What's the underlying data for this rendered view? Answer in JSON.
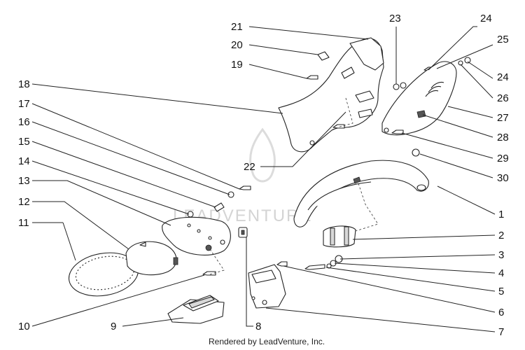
{
  "diagram": {
    "watermark": "LEADVENTURE",
    "credit": "Rendered by LeadVenture, Inc.",
    "callouts": [
      {
        "id": "c1",
        "label": "1"
      },
      {
        "id": "c2",
        "label": "2"
      },
      {
        "id": "c3",
        "label": "3"
      },
      {
        "id": "c4",
        "label": "4"
      },
      {
        "id": "c5",
        "label": "5"
      },
      {
        "id": "c6",
        "label": "6"
      },
      {
        "id": "c7",
        "label": "7"
      },
      {
        "id": "c8",
        "label": "8"
      },
      {
        "id": "c9",
        "label": "9"
      },
      {
        "id": "c10",
        "label": "10"
      },
      {
        "id": "c11",
        "label": "11"
      },
      {
        "id": "c12",
        "label": "12"
      },
      {
        "id": "c13",
        "label": "13"
      },
      {
        "id": "c14",
        "label": "14"
      },
      {
        "id": "c15",
        "label": "15"
      },
      {
        "id": "c16",
        "label": "16"
      },
      {
        "id": "c17",
        "label": "17"
      },
      {
        "id": "c18",
        "label": "18"
      },
      {
        "id": "c19",
        "label": "19"
      },
      {
        "id": "c20",
        "label": "20"
      },
      {
        "id": "c21",
        "label": "21"
      },
      {
        "id": "c22",
        "label": "22"
      },
      {
        "id": "c23",
        "label": "23"
      },
      {
        "id": "c24a",
        "label": "24"
      },
      {
        "id": "c24b",
        "label": "24"
      },
      {
        "id": "c25",
        "label": "25"
      },
      {
        "id": "c26",
        "label": "26"
      },
      {
        "id": "c27",
        "label": "27"
      },
      {
        "id": "c28",
        "label": "28"
      },
      {
        "id": "c29",
        "label": "29"
      },
      {
        "id": "c30",
        "label": "30"
      }
    ]
  }
}
